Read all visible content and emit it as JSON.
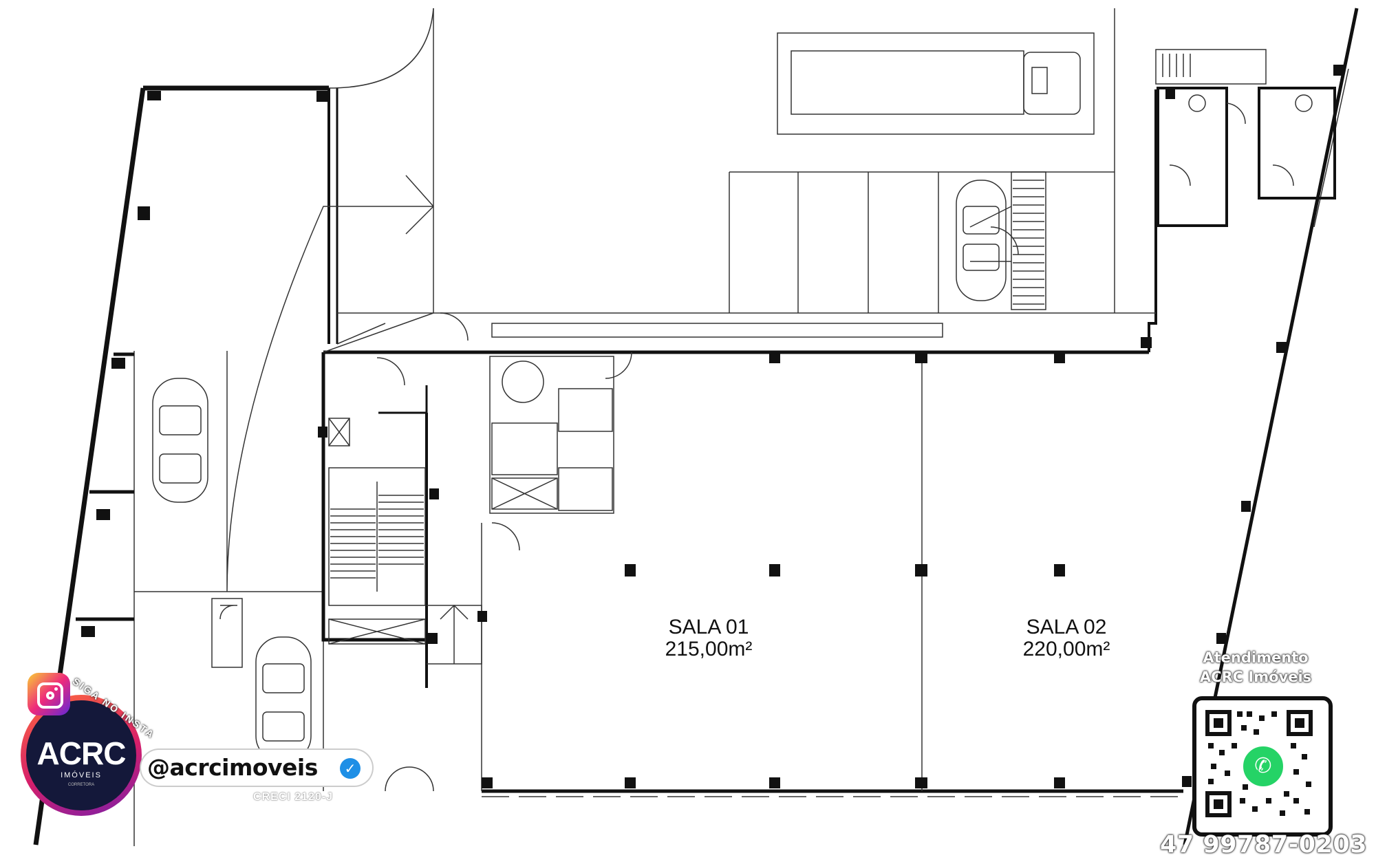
{
  "rooms": [
    {
      "name": "SALA 01",
      "area": "215,00m²"
    },
    {
      "name": "SALA 02",
      "area": "220,00m²"
    }
  ],
  "social": {
    "instagram_prompt": "SIGA NO INSTA",
    "handle": "@acrcimoveis",
    "creci": "CRECI 2120-J"
  },
  "brand": {
    "logo_text": "ACRC",
    "logo_subtitle": "IMÓVEIS",
    "logo_tagline": "CORRETORA"
  },
  "contact": {
    "heading_line1": "Atendimento",
    "heading_line2": "ACRC Imóveis",
    "phone": "47 99787-0203"
  },
  "icons": {
    "instagram": "instagram-icon",
    "verified": "verified-badge-icon",
    "qr": "qr-code",
    "whatsapp": "whatsapp-icon"
  },
  "colors": {
    "linework": "#111111",
    "whatsapp": "#25d366",
    "verified": "#1e8fe6",
    "logo_bg": "#14183a"
  }
}
